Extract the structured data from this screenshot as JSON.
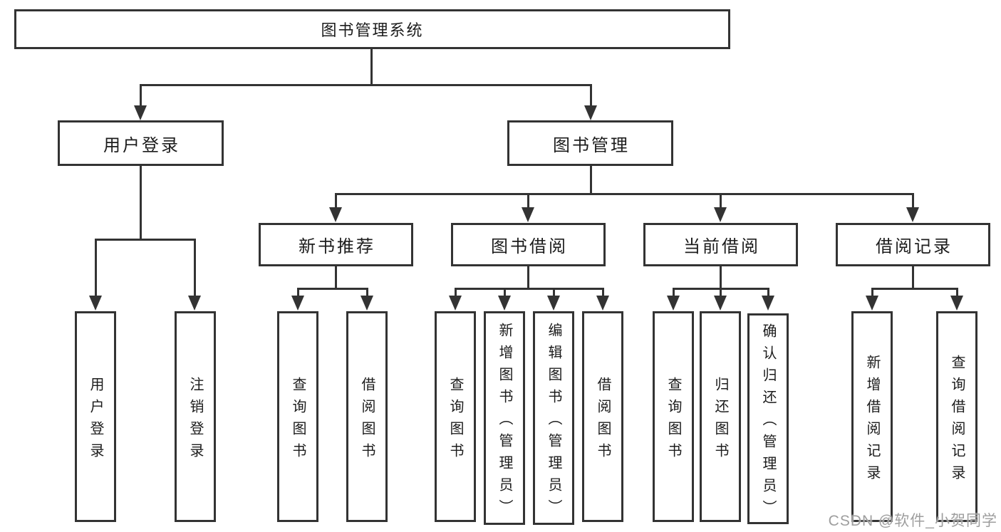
{
  "tree": {
    "root": {
      "label": "图书管理系统"
    },
    "branches": [
      {
        "label": "用户登录",
        "leaves": [
          {
            "label": "用户登录"
          },
          {
            "label": "注销登录"
          }
        ]
      },
      {
        "label": "图书管理",
        "groups": [
          {
            "label": "新书推荐",
            "leaves": [
              {
                "label": "查询图书"
              },
              {
                "label": "借阅图书"
              }
            ]
          },
          {
            "label": "图书借阅",
            "leaves": [
              {
                "label": "查询图书"
              },
              {
                "label": "新增图书（管理员）"
              },
              {
                "label": "编辑图书（管理员）"
              },
              {
                "label": "借阅图书"
              }
            ]
          },
          {
            "label": "当前借阅",
            "leaves": [
              {
                "label": "查询图书"
              },
              {
                "label": "归还图书"
              },
              {
                "label": "确认归还（管理员）"
              }
            ]
          },
          {
            "label": "借阅记录",
            "leaves": [
              {
                "label": "新增借阅记录"
              },
              {
                "label": "查询借阅记录"
              }
            ]
          }
        ]
      }
    ]
  },
  "watermark": {
    "text": "CSDN @软件_小贺同学"
  },
  "colors": {
    "line": "#333333",
    "text": "#1c1c1c",
    "watermark": "#9e9e9e",
    "background": "#ffffff"
  }
}
